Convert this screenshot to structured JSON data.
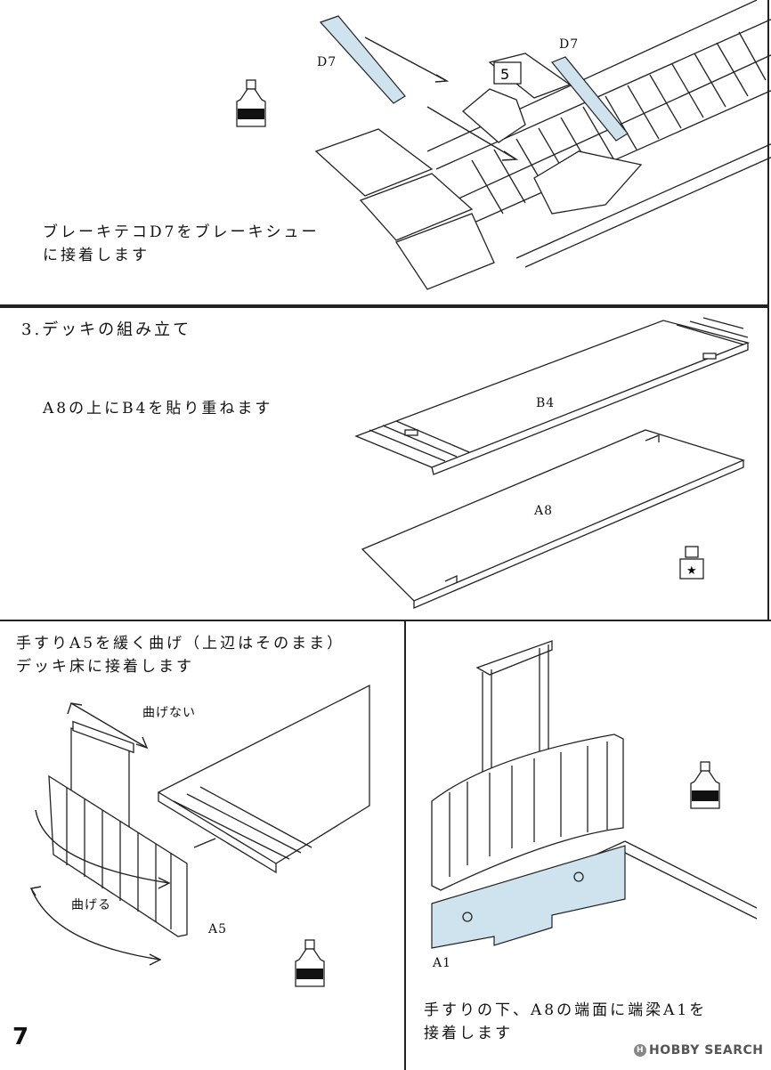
{
  "page_number": "7",
  "step_top": {
    "label_d7_left": "D7",
    "label_d7_right": "D7",
    "part_number": "5",
    "line1": "ブレーキテコD7をブレーキシュー",
    "line2": "に接着します"
  },
  "step3": {
    "title": "3.デッキの組み立て",
    "instruction": "A8の上にB4を貼り重ねます",
    "label_b4": "B4",
    "label_a8": "A8"
  },
  "step4": {
    "line1": "手すりA5を緩く曲げ（上辺はそのまま）",
    "line2": "デッキ床に接着します",
    "label_no_bend": "曲げない",
    "label_bend": "曲げる",
    "label_a5": "A5"
  },
  "step5": {
    "label_a1": "A1",
    "line1": "手すりの下、A8の端面に端梁A1を",
    "line2": "接着します"
  },
  "watermark": {
    "badge": "H",
    "text": "HOBBY SEARCH"
  },
  "colors": {
    "part_highlight": "#cfe3ef",
    "line": "#222222"
  },
  "icons": [
    "glue-bottle-icon",
    "glue-star-icon"
  ]
}
